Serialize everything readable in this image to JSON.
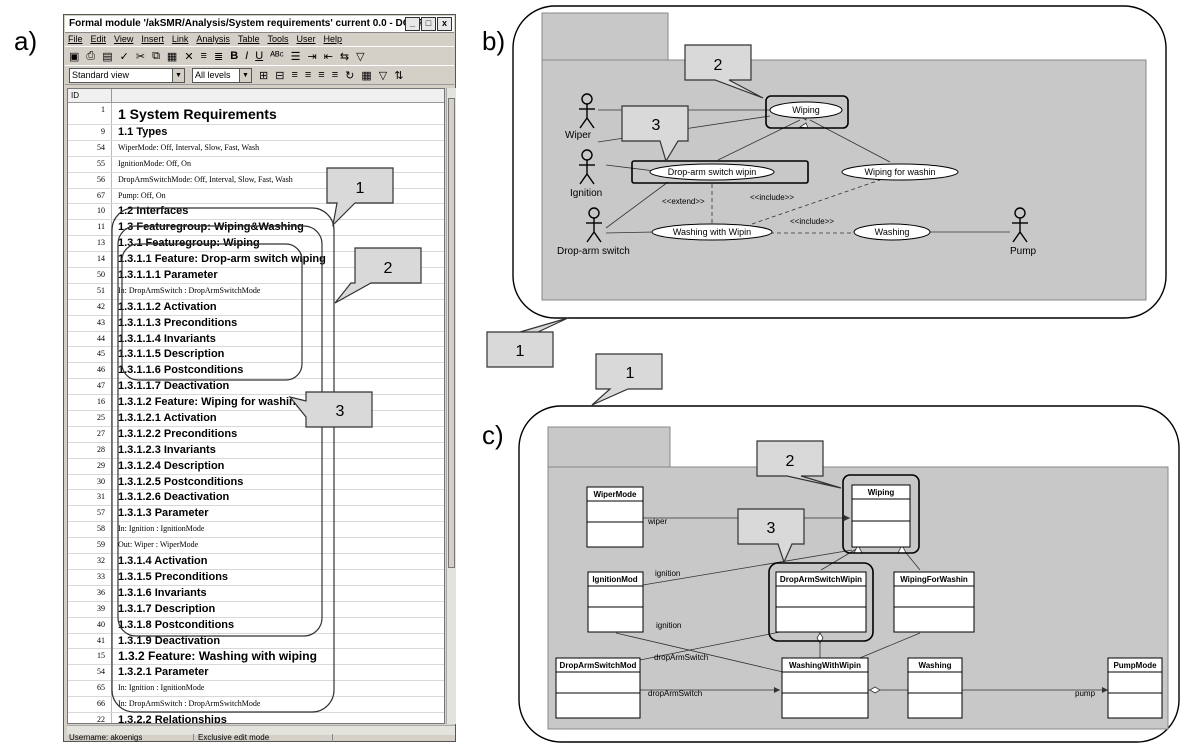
{
  "panels": {
    "a": "a)",
    "b": "b)",
    "c": "c)"
  },
  "window": {
    "title": "Formal module '/akSMR/Analysis/System requirements' current 0.0 - DOORS",
    "controls": [
      "_",
      "□",
      "x"
    ],
    "menu": [
      "File",
      "Edit",
      "View",
      "Insert",
      "Link",
      "Analysis",
      "Table",
      "Tools",
      "User",
      "Help"
    ],
    "view_select": "Standard view",
    "levels_select": "All levels",
    "id_header": "ID",
    "rows": [
      {
        "id": "1",
        "text": "1 System Requirements",
        "style": "h1"
      },
      {
        "id": "9",
        "text": "1.1 Types",
        "style": "hd"
      },
      {
        "id": "54",
        "text": "WiperMode: Off, Interval, Slow, Fast, Wash",
        "style": "bd"
      },
      {
        "id": "55",
        "text": "IgnitionMode: Off, On",
        "style": "bd"
      },
      {
        "id": "56",
        "text": "DropArmSwitchMode: Off, Interval, Slow, Fast, Wash",
        "style": "bd"
      },
      {
        "id": "67",
        "text": "Pump: Off, On",
        "style": "bd"
      },
      {
        "id": "10",
        "text": "1.2 Interfaces",
        "style": "hd"
      },
      {
        "id": "11",
        "text": "1.3 Featuregroup: Wiping&Washing",
        "style": "hd"
      },
      {
        "id": "13",
        "text": "1.3.1 Featuregroup: Wiping",
        "style": "hd"
      },
      {
        "id": "14",
        "text": "1.3.1.1 Feature: Drop-arm switch wiping",
        "style": "hd"
      },
      {
        "id": "50",
        "text": "1.3.1.1.1 Parameter",
        "style": "hd"
      },
      {
        "id": "51",
        "text": "In: DropArmSwitch : DropArmSwitchMode",
        "style": "bd"
      },
      {
        "id": "42",
        "text": "1.3.1.1.2 Activation",
        "style": "hd"
      },
      {
        "id": "43",
        "text": "1.3.1.1.3 Preconditions",
        "style": "hd"
      },
      {
        "id": "44",
        "text": "1.3.1.1.4 Invariants",
        "style": "hd"
      },
      {
        "id": "45",
        "text": "1.3.1.1.5 Description",
        "style": "hd"
      },
      {
        "id": "46",
        "text": "1.3.1.1.6 Postconditions",
        "style": "hd"
      },
      {
        "id": "47",
        "text": "1.3.1.1.7 Deactivation",
        "style": "hd"
      },
      {
        "id": "16",
        "text": "1.3.1.2 Feature: Wiping for washing",
        "style": "hd"
      },
      {
        "id": "25",
        "text": "1.3.1.2.1 Activation",
        "style": "hd"
      },
      {
        "id": "27",
        "text": "1.3.1.2.2 Preconditions",
        "style": "hd"
      },
      {
        "id": "28",
        "text": "1.3.1.2.3 Invariants",
        "style": "hd"
      },
      {
        "id": "29",
        "text": "1.3.1.2.4 Description",
        "style": "hd"
      },
      {
        "id": "30",
        "text": "1.3.1.2.5 Postconditions",
        "style": "hd"
      },
      {
        "id": "31",
        "text": "1.3.1.2.6 Deactivation",
        "style": "hd"
      },
      {
        "id": "57",
        "text": "1.3.1.3 Parameter",
        "style": "hd"
      },
      {
        "id": "58",
        "text": "In: Ignition : IgnitionMode",
        "style": "bd"
      },
      {
        "id": "59",
        "text": "Out: Wiper : WiperMode",
        "style": "bd"
      },
      {
        "id": "32",
        "text": "1.3.1.4 Activation",
        "style": "hd"
      },
      {
        "id": "33",
        "text": "1.3.1.5 Preconditions",
        "style": "hd"
      },
      {
        "id": "36",
        "text": "1.3.1.6 Invariants",
        "style": "hd"
      },
      {
        "id": "39",
        "text": "1.3.1.7 Description",
        "style": "hd"
      },
      {
        "id": "40",
        "text": "1.3.1.8 Postconditions",
        "style": "hd"
      },
      {
        "id": "41",
        "text": "1.3.1.9 Deactivation",
        "style": "hd"
      },
      {
        "id": "15",
        "text": "1.3.2 Feature: Washing with wiping",
        "style": "h2"
      },
      {
        "id": "54",
        "text": "1.3.2.1 Parameter",
        "style": "hd"
      },
      {
        "id": "65",
        "text": "In: Ignition : IgnitionMode",
        "style": "bd"
      },
      {
        "id": "66",
        "text": "In: DropArmSwitch : DropArmSwitchMode",
        "style": "bd"
      },
      {
        "id": "22",
        "text": "1.3.2.2 Relationships",
        "style": "hd"
      }
    ],
    "status": {
      "user": "Username: akoenigs",
      "mode": "Exclusive edit mode"
    }
  },
  "callouts": {
    "a1": "1",
    "a2": "2",
    "a3": "3",
    "b1": "1",
    "b2": "2",
    "b3": "3",
    "c1": "1",
    "c2": "2",
    "c3": "3"
  },
  "usecase": {
    "actors": {
      "wiper": "Wiper",
      "ignition": "Ignition",
      "droparm": "Drop-arm switch",
      "pump": "Pump"
    },
    "cases": {
      "wiping": "Wiping",
      "droparm": "Drop-arm switch wipin",
      "wipingwash": "Wiping for washin",
      "washingwith": "Washing with Wipin",
      "washing": "Washing"
    },
    "rels": {
      "extend": "<<extend>>",
      "include1": "<<include>>",
      "include2": "<<include>>"
    }
  },
  "classdiag": {
    "classes": {
      "wipermode": "WiperMode",
      "wiping": "Wiping",
      "ignitionmod": "IgnitionMod",
      "droparmwipin": "DropArmSwitchWipin",
      "wipingforwashin": "WipingForWashin",
      "droparmmod": "DropArmSwitchMod",
      "washingwith": "WashingWithWipin",
      "washing": "Washing",
      "pumpmode": "PumpMode"
    },
    "assoc": {
      "wiper": "wiper",
      "ignition1": "ignition",
      "ignition2": "ignition",
      "droparm1": "dropArmSwitch",
      "droparm2": "dropArmSwitch",
      "pump": "pump"
    }
  }
}
